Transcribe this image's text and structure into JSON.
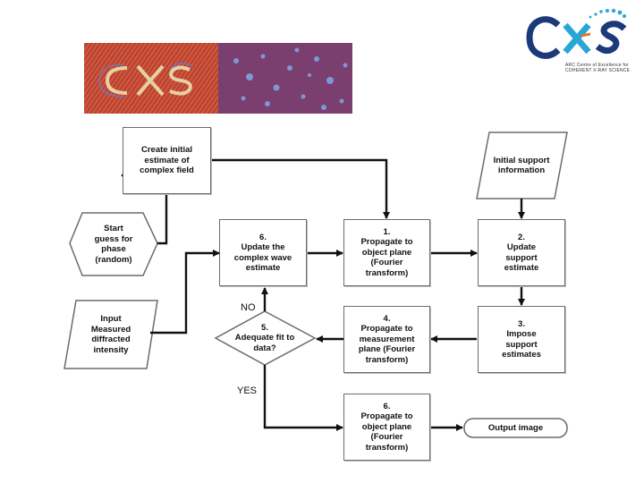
{
  "logo": {
    "letters": "CXS",
    "subtitle_line1": "ARC Centre of Excellence for",
    "subtitle_line2": "COHERENT X-RAY SCIENCE"
  },
  "nodes": {
    "create_estimate": [
      "Create initial",
      "estimate of",
      "complex field"
    ],
    "initial_support": [
      "Initial support",
      "information"
    ],
    "start_guess": [
      "Start",
      "guess for",
      "phase",
      "(random)"
    ],
    "step6_update": [
      "6.",
      "Update the",
      "complex wave",
      "estimate"
    ],
    "step1": [
      "1.",
      "Propagate to",
      "object plane",
      "(Fourier",
      "transform)"
    ],
    "step2": [
      "2.",
      "Update",
      "support",
      "estimate"
    ],
    "input_measured": [
      "Input",
      "Measured",
      "diffracted",
      "intensity"
    ],
    "step5": [
      "5.",
      "Adequate fit to",
      "data?"
    ],
    "step4": [
      "4.",
      "Propagate to",
      "measurement",
      "plane (Fourier",
      "transform)"
    ],
    "step3": [
      "3.",
      "Impose",
      "support",
      "estimates"
    ],
    "step6_final": [
      "6.",
      "Propagate to",
      "object plane",
      "(Fourier",
      "transform)"
    ],
    "output_image": [
      "Output image"
    ]
  },
  "labels": {
    "no": "NO",
    "yes": "YES"
  },
  "colors": {
    "logo_blue": "#1c3a7a",
    "logo_cyan": "#2aa5d8",
    "logo_orange": "#e27a2a"
  }
}
